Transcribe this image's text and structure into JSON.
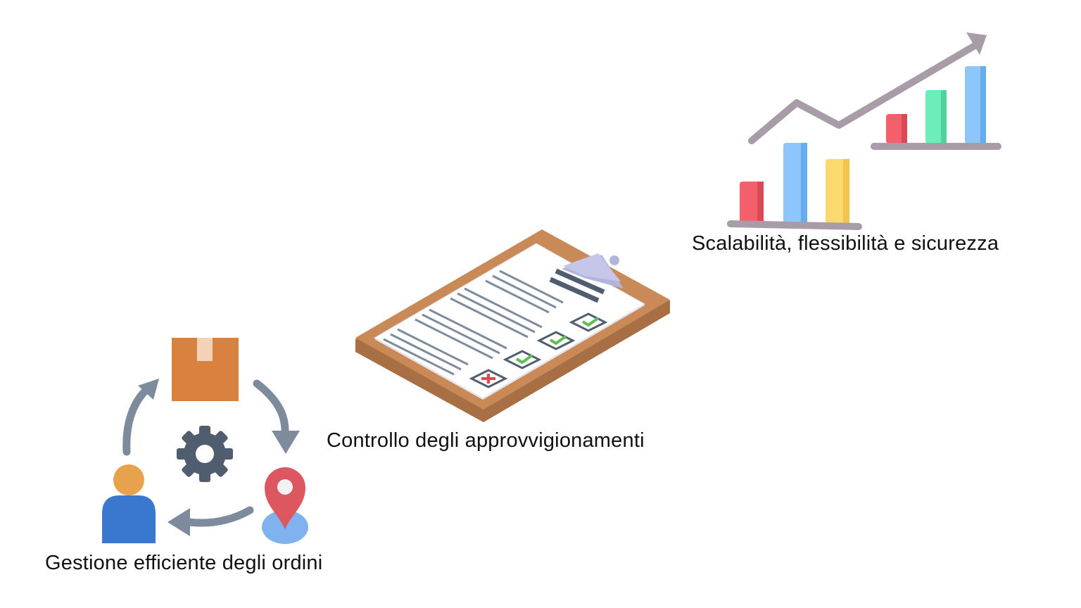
{
  "steps": [
    {
      "caption": "Gestione efficiente degli ordini",
      "icon": "order-cycle-icon"
    },
    {
      "caption": "Controllo degli approvvigionamenti",
      "icon": "clipboard-checklist-icon"
    },
    {
      "caption": "Scalabilità, flessibilità e sicurezza",
      "icon": "growth-chart-icon"
    }
  ],
  "colors": {
    "box": "#d98240",
    "box_tape": "#f2d3b6",
    "arrow": "#7d8b9c",
    "gear": "#4f5d6e",
    "person_head": "#e8a24e",
    "person_body": "#3a78d0",
    "pin": "#dc5760",
    "pin_base": "#7fb2ef",
    "clipboard": "#c98a58",
    "clip": "#c5c6ea",
    "check": "#5bc050",
    "cross": "#e5434f",
    "bar_red": "#f35f6b",
    "bar_blue": "#8cc6fb",
    "bar_yellow": "#fcd96f",
    "bar_green": "#6ceeb8",
    "trend": "#a79ca8"
  }
}
